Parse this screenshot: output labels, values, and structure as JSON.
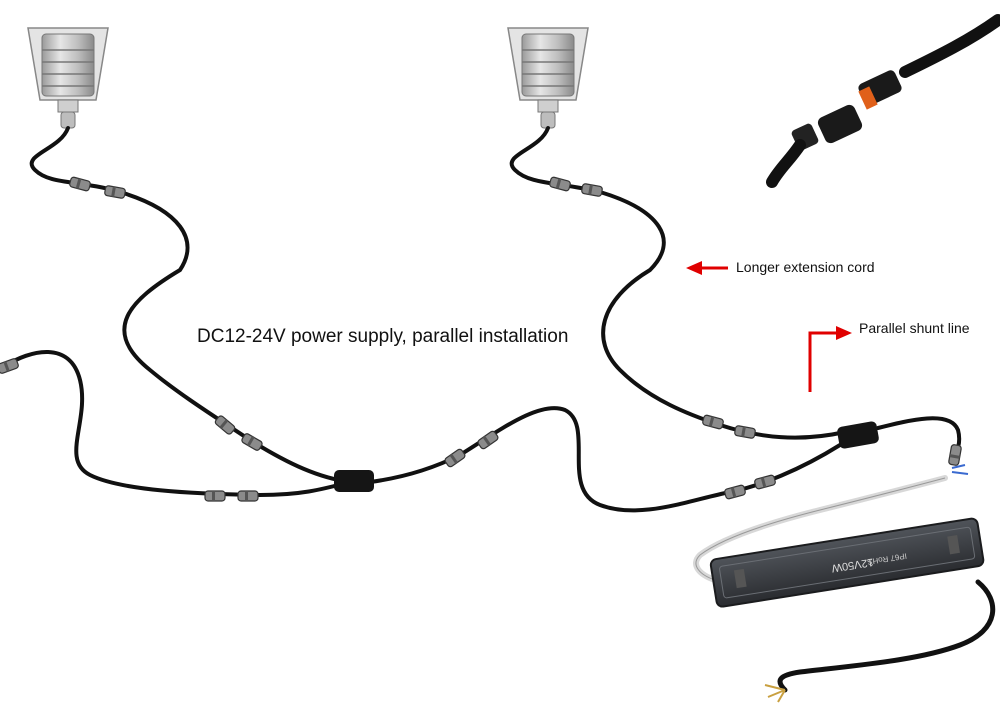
{
  "diagram": {
    "title": "DC12-24V power supply, parallel installation",
    "annotations": {
      "extension_cord": "Longer extension cord",
      "shunt_line": "Parallel shunt line"
    },
    "power_supply": {
      "model_text": "12V50W",
      "rating_text": "IP67 RoHS"
    },
    "colors": {
      "cable": "#111111",
      "arrow": "#e00000",
      "fixture_metal": "#c8c8c8",
      "psu_body": "#3a3d42",
      "white_cable": "#d8d8d8"
    },
    "icons": [
      "downlight-fixture",
      "waterproof-connector",
      "y-splitter",
      "power-supply",
      "arrow-left",
      "arrow-right-elbow"
    ]
  }
}
